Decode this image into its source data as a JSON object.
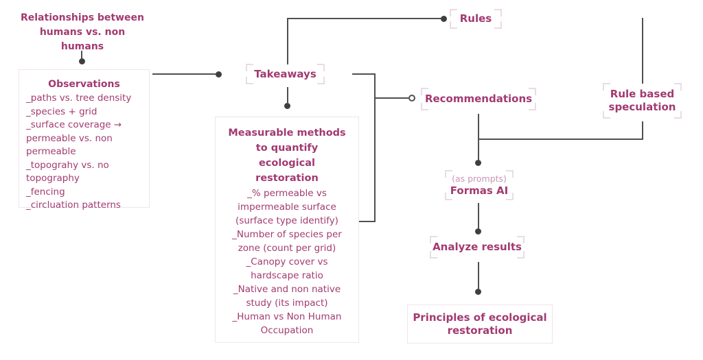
{
  "colors": {
    "accent_text": "#a23a70",
    "muted_text": "#c996b6",
    "line": "#4f4f4f",
    "dot": "#3f3f3f",
    "box_border": "#f0e4ec",
    "bracket": "#e9dce4",
    "background": "#ffffff"
  },
  "nodes": {
    "relationships_heading": {
      "lines": [
        "Relationships between",
        "humans vs. non",
        "humans"
      ]
    },
    "observations": {
      "title": "Observations",
      "items": [
        "_paths vs. tree density",
        "_species + grid",
        "_surface coverage → permeable vs. non permeable",
        "_topograhy vs. no topography",
        "_fencing",
        "_circluation patterns"
      ]
    },
    "takeaways": {
      "label": "Takeaways"
    },
    "rules": {
      "label": "Rules"
    },
    "recommendations": {
      "label": "Recommendations"
    },
    "rule_based_speculation": {
      "lines": [
        "Rule based",
        "speculation"
      ]
    },
    "measurable_methods": {
      "title_lines": [
        "Measurable methods",
        "to quantify",
        "ecological",
        "restoration"
      ],
      "items": [
        "_% permeable vs impermeable surface (surface type identify)",
        "_Number of species per zone (count per grid)",
        "_Canopy cover vs hardscape ratio",
        "_Native and non native study (its impact)",
        "_Human vs Non Human Occupation"
      ]
    },
    "formas_ai": {
      "note": "(as prompts)",
      "label": "Formas AI"
    },
    "analyze_results": {
      "label": "Analyze results"
    },
    "principles": {
      "lines": [
        "Principles of ecological",
        "restoration"
      ]
    }
  }
}
